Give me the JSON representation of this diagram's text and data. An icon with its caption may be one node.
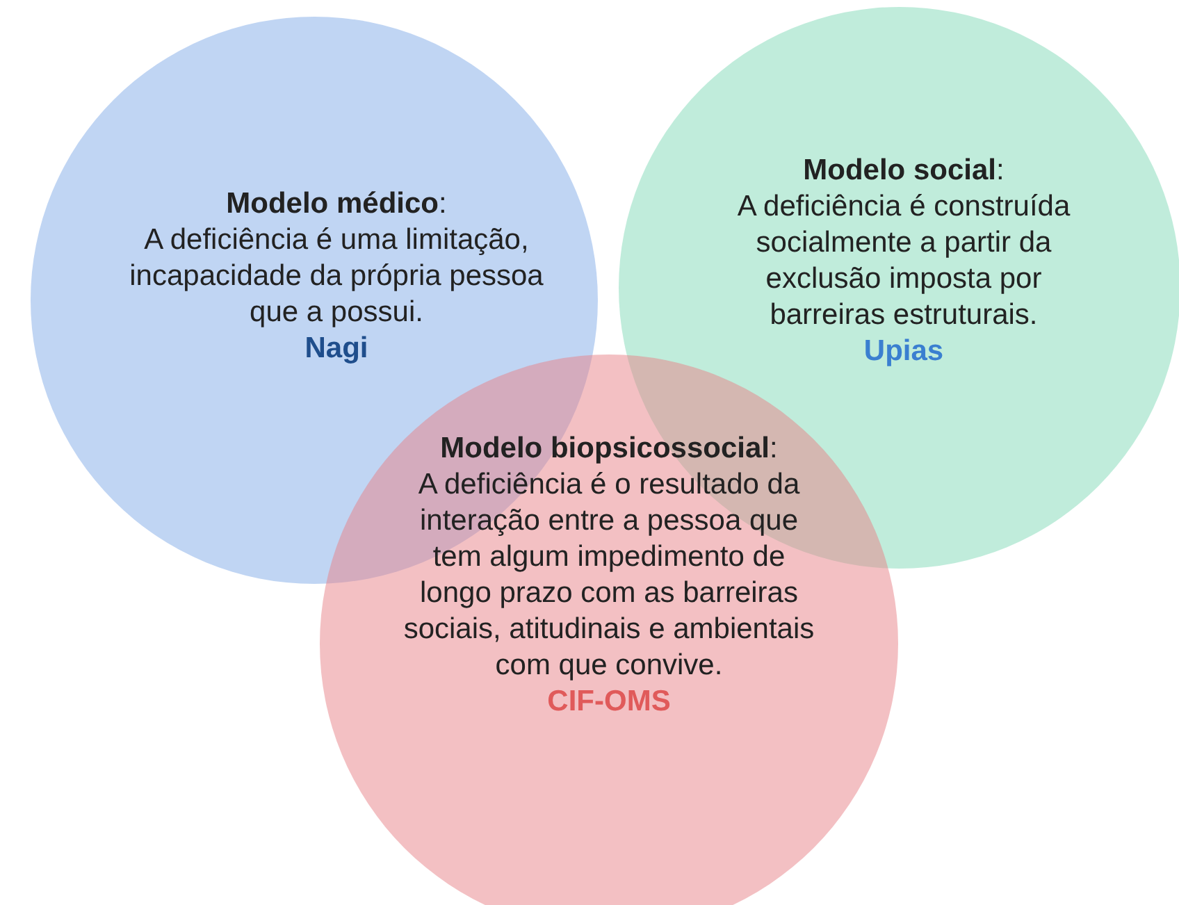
{
  "diagram": {
    "nodes": [
      {
        "text": [
          "**Modelo médico**:",
          "A deficiência é uma limitação, incapacidade da própria pessoa que a possui.",
          "Nagi"
        ]
      },
      {
        "text": [
          "**Modelo social**:",
          "A deficiência é construída socialmente a partir da exclusão imposta por barreiras estruturais.",
          "Upias"
        ]
      },
      {
        "text": [
          "**Modelo biopsicossocial**:",
          "A deficiência é o resultado da interação entre a pessoa que tem algum impedimento de longo prazo com as barreiras sociais, atitudinais e ambientais com que convive.",
          "CIF-OMS"
        ]
      }
    ],
    "edges": []
  }
}
